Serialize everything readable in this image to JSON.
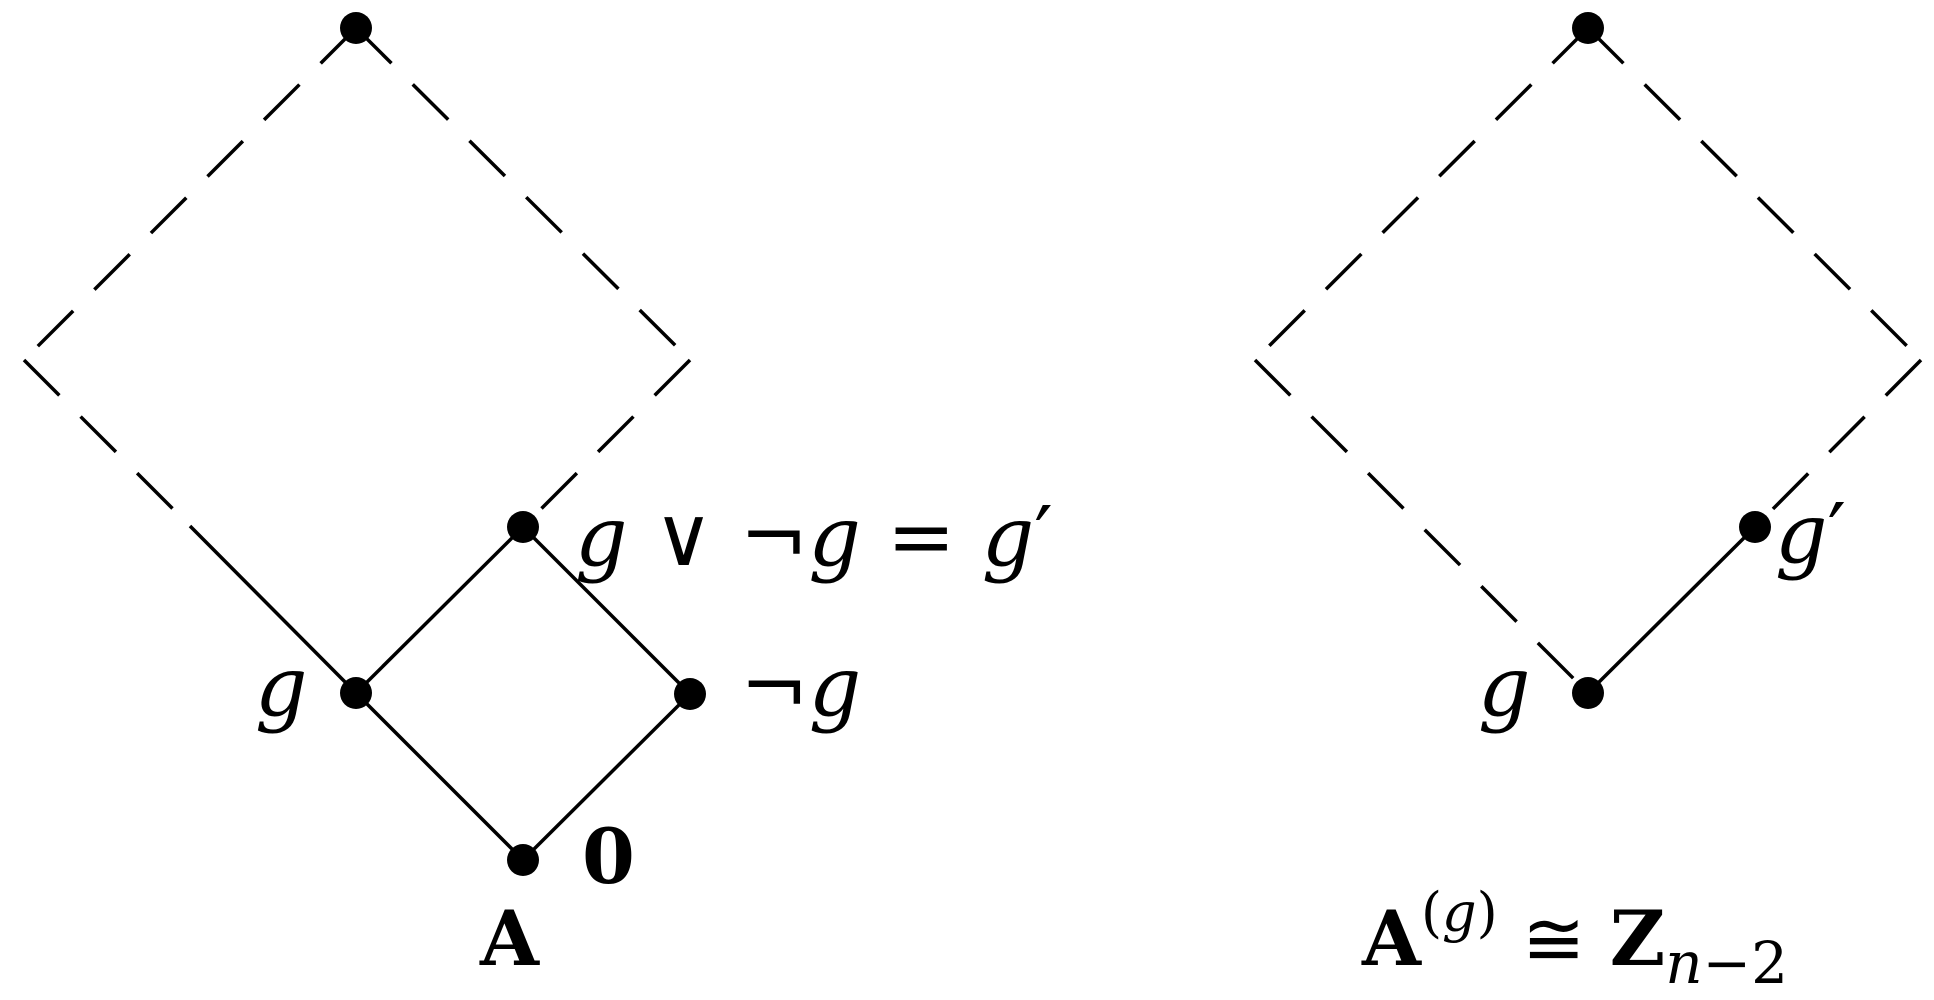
{
  "left_diagram": {
    "node_labels": {
      "join": [
        "g",
        " ∨ ¬",
        "g",
        " = ",
        "g",
        "′"
      ],
      "g": "g",
      "neg": [
        "¬",
        "g"
      ],
      "zero": "0"
    },
    "caption": "A"
  },
  "right_diagram": {
    "node_labels": {
      "gprime": [
        "g",
        "′"
      ],
      "g": "g"
    },
    "caption": {
      "base": "A",
      "sup_open": "(",
      "sup_var": "g",
      "sup_close": ")",
      "rel": " ≅ ",
      "z": "Z",
      "sub_var": "n",
      "sub_rest": "−2"
    }
  }
}
